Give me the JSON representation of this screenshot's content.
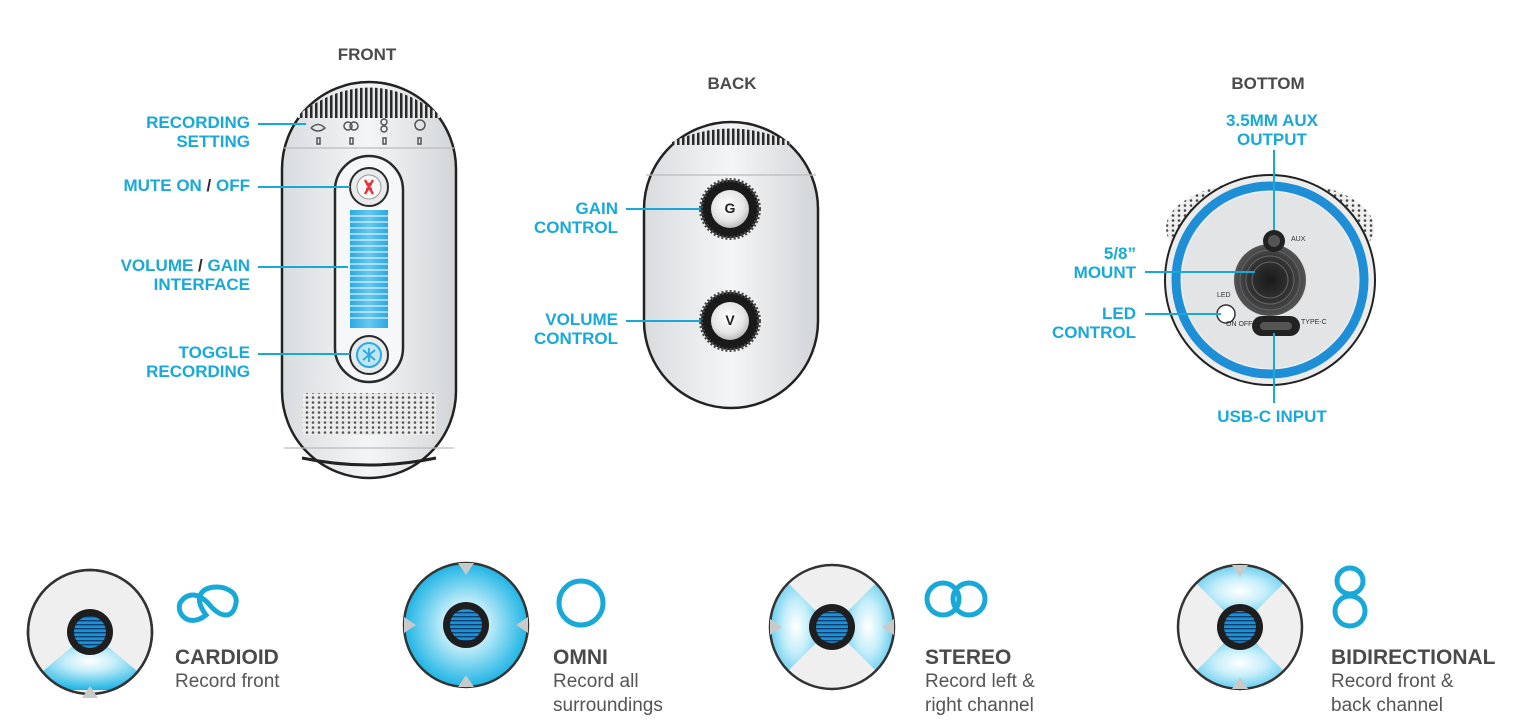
{
  "views": {
    "front": {
      "title": "FRONT",
      "recording_setting": [
        "RECORDING",
        "SETTING"
      ],
      "mute": {
        "a": "MUTE ON",
        "sep": " / ",
        "b": "OFF"
      },
      "volume_gain": {
        "a": "VOLUME",
        "sep": " / ",
        "b": "GAIN",
        "c": "INTERFACE"
      },
      "toggle": [
        "TOGGLE",
        "RECORDING"
      ]
    },
    "back": {
      "title": "BACK",
      "gain": [
        "GAIN",
        "CONTROL"
      ],
      "volume": [
        "VOLUME",
        "CONTROL"
      ],
      "gain_knob": "G",
      "volume_knob": "V"
    },
    "bottom": {
      "title": "BOTTOM",
      "aux": [
        "3.5MM AUX",
        "OUTPUT"
      ],
      "mount": [
        "5/8”",
        "MOUNT"
      ],
      "led": [
        "LED",
        "CONTROL"
      ],
      "usb": "USB-C INPUT",
      "port_aux": "AUX",
      "port_led": "LED",
      "port_onoff": "ON OFF",
      "port_typec": "TYPE-C"
    }
  },
  "modes": [
    {
      "name": "CARDIOID",
      "desc": [
        "Record front",
        ""
      ]
    },
    {
      "name": "OMNI",
      "desc": [
        "Record all",
        "surroundings"
      ]
    },
    {
      "name": "STEREO",
      "desc": [
        "Record left &",
        "right channel"
      ]
    },
    {
      "name": "BIDIRECTIONAL",
      "desc": [
        "Record front &",
        "back channel"
      ]
    }
  ],
  "colors": {
    "accent": "#19a9d8",
    "text": "#4a4a4a",
    "red": "#e3353b"
  }
}
